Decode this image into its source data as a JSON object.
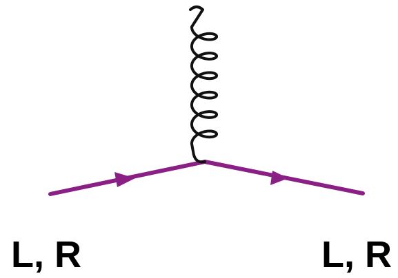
{
  "diagram": {
    "type": "feynman-vertex",
    "colors": {
      "fermion": "#8a1f86",
      "gluon": "#111111",
      "text": "#000000"
    },
    "labels": {
      "incoming": "L, R",
      "outgoing": "L, R"
    }
  }
}
